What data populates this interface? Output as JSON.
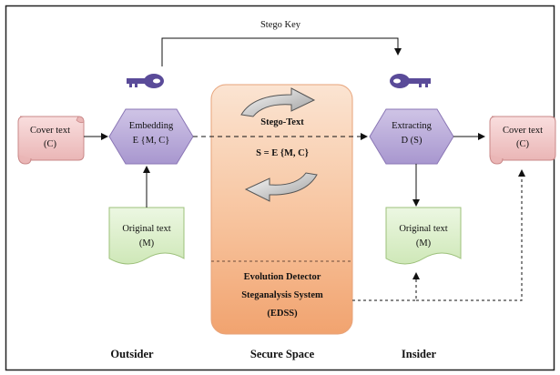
{
  "stego_key": "Stego Key",
  "cover_text_left": [
    "Cover text",
    "(C)"
  ],
  "embedding": [
    "Embedding",
    "E {M, C}"
  ],
  "original_text_left": [
    "Original text",
    "(M)"
  ],
  "stego_text_title": "Stego-Text",
  "stego_formula": "S = E {M, C}",
  "edss": [
    "Evolution Detector",
    "Steganalysis System",
    "(EDSS)"
  ],
  "extracting": [
    "Extracting",
    "D (S)"
  ],
  "original_text_right": [
    "Original text",
    "(M)"
  ],
  "cover_text_right": [
    "Cover text",
    "(C)"
  ],
  "zones": {
    "outsider": "Outsider",
    "secure": "Secure Space",
    "insider": "Insider"
  },
  "colors": {
    "hexagon_fill": "#b7a8d6",
    "hexagon_stroke": "#8a76b5",
    "scroll_fill": "#f2c8c8",
    "scroll_stroke": "#c98888",
    "wave_fill": "#dcefc9",
    "wave_stroke": "#9cc07a",
    "secure_top": "#fbe0cc",
    "secure_bottom": "#f2a676",
    "key_color": "#5a4b99",
    "key_inner": "#ffffff"
  },
  "icons": [
    "key-icon-left",
    "key-icon-right",
    "cycle-arrow-top",
    "cycle-arrow-bottom"
  ]
}
